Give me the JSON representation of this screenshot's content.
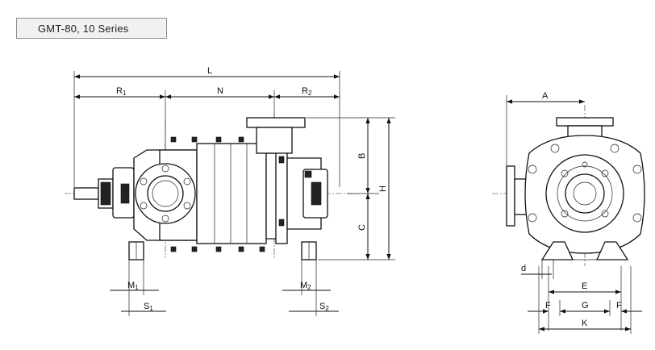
{
  "series_label": "GMT-80, 10 Series",
  "dimensions": {
    "L": "L",
    "R1": "R",
    "R1_sub": "1",
    "N": "N",
    "R2": "R",
    "R2_sub": "2",
    "B": "B",
    "C": "C",
    "H": "H",
    "M1": "M",
    "M1_sub": "1",
    "S1": "S",
    "S1_sub": "1",
    "M2": "M",
    "M2_sub": "2",
    "S2": "S",
    "S2_sub": "2",
    "A": "A",
    "d": "d",
    "E": "E",
    "F_left": "F",
    "G": "G",
    "F_right": "F",
    "K": "K"
  }
}
